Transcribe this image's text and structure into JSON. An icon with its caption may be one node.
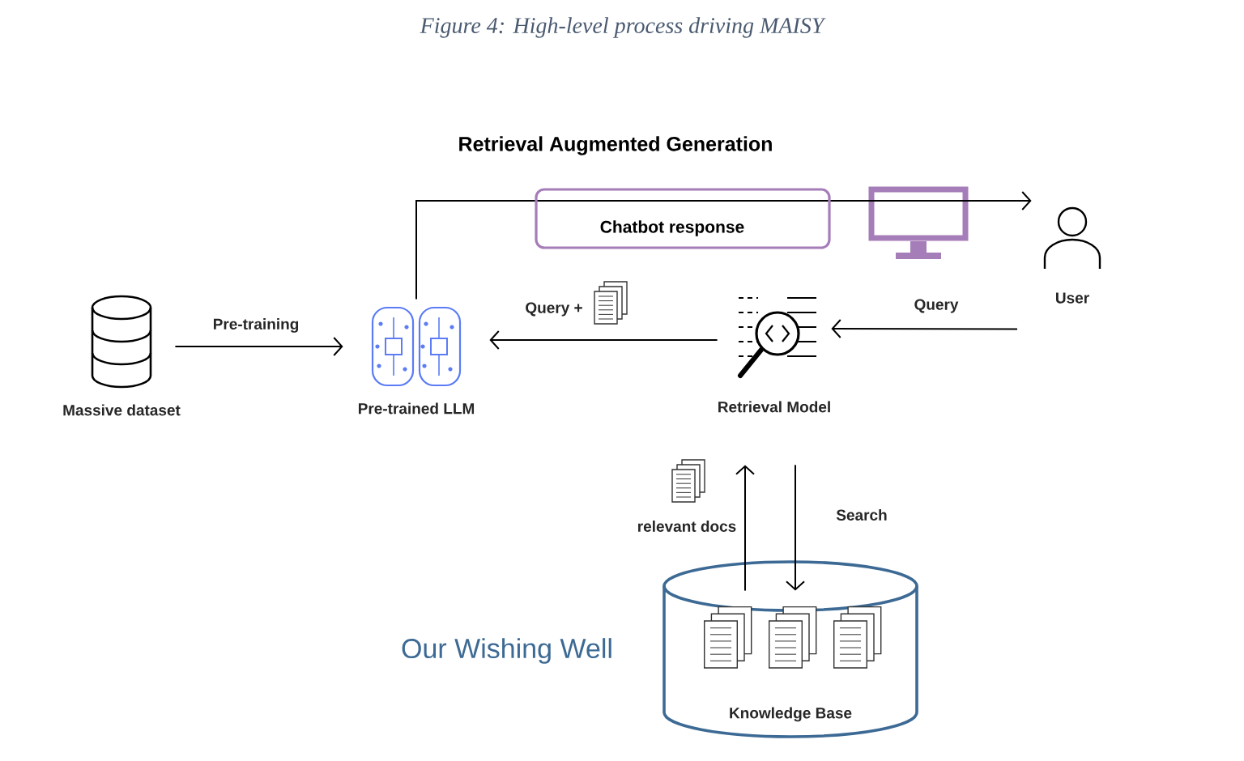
{
  "diagram": {
    "caption": "Figure 4: High-level process driving MAISY",
    "title": "Retrieval Augmented Generation",
    "nodes": [
      {
        "text": [
          "Massive dataset"
        ]
      },
      {
        "text": [
          "Pre-trained LLM"
        ]
      },
      {
        "text": [
          "Retrieval Model"
        ]
      },
      {
        "text": [
          "User"
        ]
      },
      {
        "text": [
          "Knowledge Base"
        ]
      }
    ],
    "edges": [
      {
        "from": 0,
        "to": 1,
        "arrow": "to",
        "label": "Pre-training"
      },
      {
        "from": 1,
        "to": 3,
        "arrow": "to",
        "label": "Chatbot response"
      },
      {
        "from": 2,
        "to": 1,
        "arrow": "to",
        "label": "Query +"
      },
      {
        "from": 3,
        "to": 2,
        "arrow": "to",
        "label": "Query"
      },
      {
        "from": 2,
        "to": 4,
        "arrow": "to",
        "label": "Search"
      },
      {
        "from": 4,
        "to": 2,
        "arrow": "to",
        "label": "relevant docs"
      }
    ],
    "labels": [
      "Our Wishing Well"
    ]
  }
}
